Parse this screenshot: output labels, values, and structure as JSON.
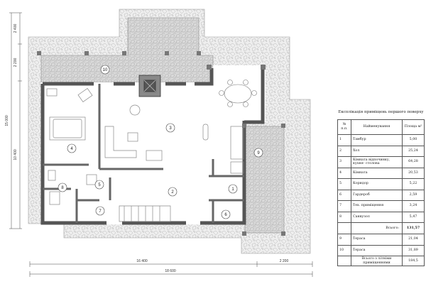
{
  "dimensions": {
    "left_total": "15 000",
    "left_parts": [
      "2 400",
      "2 200",
      "10 400"
    ],
    "bottom_inner": "16 400",
    "bottom_right": "2 200",
    "bottom_total": "18 600"
  },
  "rooms": [
    "1",
    "2",
    "3",
    "4",
    "5",
    "6",
    "7",
    "8",
    "9",
    "10"
  ],
  "legend": {
    "title": "Експлікація приміщень першого поверху",
    "headers": {
      "num": "№ п.п.",
      "name": "Найменування",
      "area": "Площа м²"
    },
    "rows": [
      {
        "num": "1",
        "name": "Тамбур",
        "area": "5,00"
      },
      {
        "num": "2",
        "name": "Хол",
        "area": "25,24"
      },
      {
        "num": "3",
        "name": "Кімната відпочинку, кухня- столова",
        "area": "64,28"
      },
      {
        "num": "4",
        "name": "Кімната",
        "area": "20,53"
      },
      {
        "num": "5",
        "name": "Коридор",
        "area": "5,22"
      },
      {
        "num": "6",
        "name": "Гардероб",
        "area": "2,59"
      },
      {
        "num": "7",
        "name": "Тех. приміщення",
        "area": "3,24"
      },
      {
        "num": "8",
        "name": "Санвузол",
        "area": "5,47"
      }
    ],
    "total": {
      "name": "Всього:",
      "area": "131,57"
    },
    "extra_rows": [
      {
        "num": "9",
        "name": "Тераса",
        "area": "21,04"
      },
      {
        "num": "10",
        "name": "Тераса",
        "area": "31,89"
      }
    ],
    "summary": {
      "name": "Всього з літніми приміщеннями",
      "area": "184,5"
    }
  }
}
